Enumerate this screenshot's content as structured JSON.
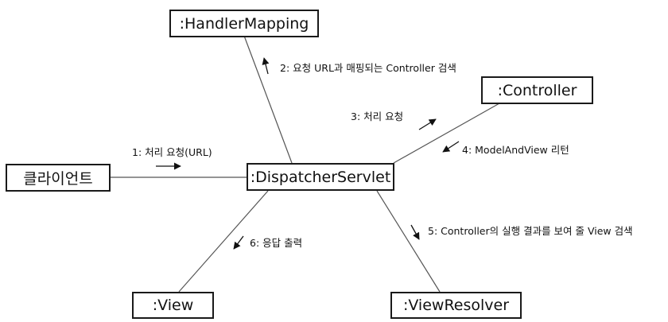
{
  "nodes": {
    "handler_mapping": ":HandlerMapping",
    "controller": ":Controller",
    "client": "클라이언트",
    "dispatcher": ":DispatcherServlet",
    "view": ":View",
    "view_resolver": ":ViewResolver"
  },
  "messages": {
    "m1": "1: 처리 요청(URL)",
    "m2": "2: 요청 URL과 매핑되는 Controller 검색",
    "m3": "3: 처리 요청",
    "m4": "4: ModelAndView  리턴",
    "m5": "5: Controller의 실행 결과를 보여 줄 View 검색",
    "m6": "6: 응답 출력"
  },
  "colors": {
    "line": "#555555",
    "border": "#1a1a1a",
    "text": "#111111"
  }
}
